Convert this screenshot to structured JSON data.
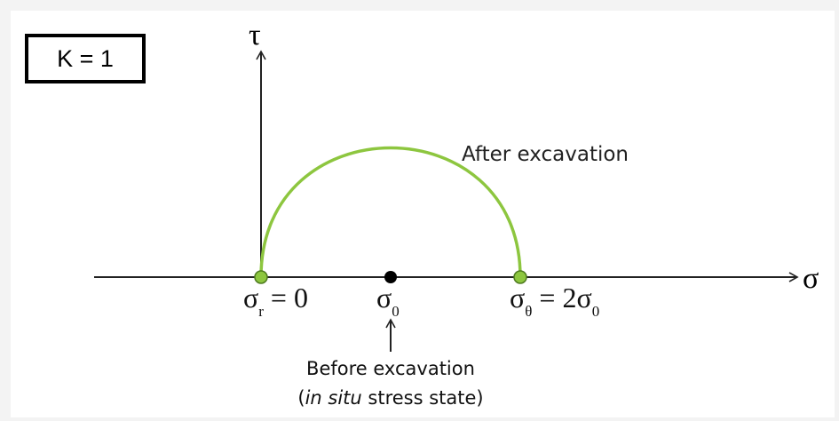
{
  "badge": {
    "text": "K = 1"
  },
  "axes": {
    "y_label": "τ",
    "x_label": "σ"
  },
  "circle_label": "After excavation",
  "points": {
    "left": {
      "symbol": "σ",
      "subscript": "r",
      "rest": " = 0"
    },
    "center": {
      "symbol": "σ",
      "subscript": "0"
    },
    "right": {
      "symbol": "σ",
      "subscript": "θ",
      "rest": " = 2σ",
      "subscript2": "0"
    }
  },
  "annotation": {
    "line1": "Before excavation",
    "line2_italic": "in situ",
    "line2_rest": " stress state)",
    "line2_open": "("
  },
  "colors": {
    "circle": "#8dc63f",
    "circle_point_fill": "#8dc63f",
    "circle_point_stroke": "#4d7a1f",
    "center_point": "#000000",
    "axes": "#222222"
  }
}
